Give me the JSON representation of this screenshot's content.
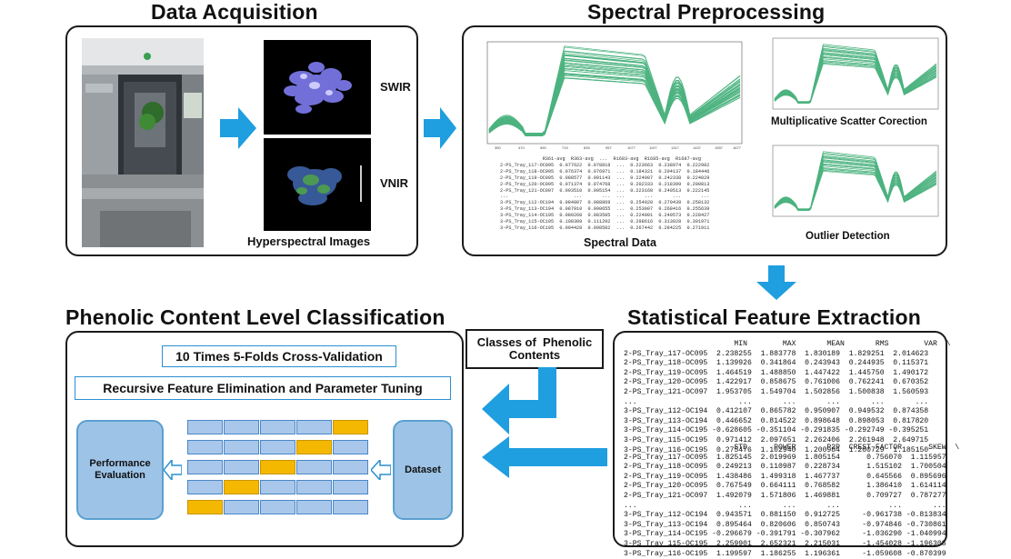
{
  "sections": {
    "acquisition": "Data Acquisition",
    "preprocessing": "Spectral Preprocessing",
    "classification": "Phenolic Content Level Classification",
    "extraction": "Statistical Feature Extraction"
  },
  "acquisition": {
    "swir_label": "SWIR",
    "vnir_label": "VNIR",
    "caption": "Hyperspectral Images"
  },
  "preprocessing": {
    "msc_label": "Multiplicative Scatter Corection",
    "spectral_data_label": "Spectral Data",
    "outlier_label": "Outlier Detection",
    "table_text": "               R361-avg  R363-avg  ...  R1683-avg  R1685-avg  R1687-avg\n2-PS_Tray_117-OC095  0.077622  0.078818  ...  0.223663  0.238974  0.222982\n2-PS_Tray_118-OC095  0.076374  0.076971  ...  0.184321  0.204137  0.184446\n2-PS_Tray_119-OC095  0.088577  0.091143  ...  0.224907  0.242338  0.224029\n2-PS_Tray_120-OC095  0.071374  0.074768  ...  0.202333  0.218399  0.200813\n2-PS_Tray_121-OC097  0.093510  0.095154  ...  0.223168  0.240513  0.222145\n...                       ...       ...  ...       ...       ...       ...\n3-PS_Tray_112-OC194  0.084807  0.088869  ...  0.254020  0.270439  0.258132\n3-PS_Tray_113-OC194  0.087910  0.090655  ...  0.253007  0.268416  0.255639\n3-PS_Tray_114-OC195  0.080268  0.083585  ...  0.224001  0.240573  0.228427\n3-PS_Tray_115-OC195  0.108309  0.111292  ...  0.298616  0.313028  0.301971\n3-PS_Tray_116-OC195  0.094428  0.098582  ...  0.267442  0.284225  0.271911"
  },
  "classification": {
    "cv_label": "10 Times 5-Folds Cross-Validation",
    "rfe_label": "Recursive Feature Elimination and Parameter Tuning",
    "performance_label": "Performance\nEvaluation",
    "dataset_label": "Dataset",
    "folds": [
      4,
      3,
      2,
      1,
      0
    ]
  },
  "classes_label": "Classes of  Phenolic\nContents",
  "extraction": {
    "stats_top": "                         MIN        MAX       MEAN       RMS        VAR  \\\n2-PS_Tray_117-OC095  2.238255  1.883778  1.830189  1.829251  2.014623\n2-PS_Tray_118-OC095  1.139926  0.341864  0.243943  0.244935  0.115371\n2-PS_Tray_119-OC095  1.464519  1.488850  1.447422  1.445750  1.490172\n2-PS_Tray_120-OC095  1.422917  0.858675  0.761006  0.762241  0.670352\n2-PS_Tray_121-OC097  1.953705  1.549704  1.502856  1.500838  1.560593\n...                       ...       ...       ...       ...       ...\n3-PS_Tray_112-OC194  0.412107  0.865782  0.950907  0.949532  0.874358\n3-PS_Tray_113-OC194  0.446652  0.814522  0.898648  0.898053  0.817820\n3-PS_Tray_114-OC195 -0.628605 -0.351104 -0.291835 -0.292749 -0.395251\n3-PS_Tray_115-OC195  0.971412  2.097651  2.262406  2.261948  2.649715\n3-PS_Tray_116-OC195  0.275476  1.102940  1.200984  1.200729  1.185150",
    "stats_bottom": "                         STD      POWER       P2P  CREST FACTOR      SKEW  \\\n2-PS_Tray_117-OC095  1.825145  2.019969  1.805154      0.756070  1.115957\n2-PS_Tray_118-OC095  0.249213  0.110987  0.228734      1.515102  1.700504\n2-PS_Tray_119-OC095  1.438486  1.499318  1.467737      0.645566  0.895696\n2-PS_Tray_120-OC095  0.767549  0.664111  0.768582      1.386410  1.614114\n2-PS_Tray_121-OC097  1.492079  1.571806  1.469881      0.709727  0.787277\n...                       ...       ...       ...           ...       ...\n3-PS_Tray_112-OC194  0.943571  0.881150  0.912725     -0.961738 -0.813834\n3-PS_Tray_113-OC194  0.895464  0.820606  0.850743     -0.974846 -0.730861\n3-PS_Tray_114-OC195 -0.296679 -0.391791 -0.307962     -1.036290 -1.040994\n3-PS_Tray_115-OC195  2.259901  2.652321  2.215031     -1.454028 -1.196305\n3-PS_Tray_116-OC195  1.199597  1.186255  1.196361     -1.059608 -0.870399"
  },
  "colors": {
    "arrow": "#1f9ee0",
    "spectra": "#2ea66a",
    "fold_train": "#a9c7ea",
    "fold_test": "#f5b800",
    "box_fill": "#9dc3e6"
  }
}
